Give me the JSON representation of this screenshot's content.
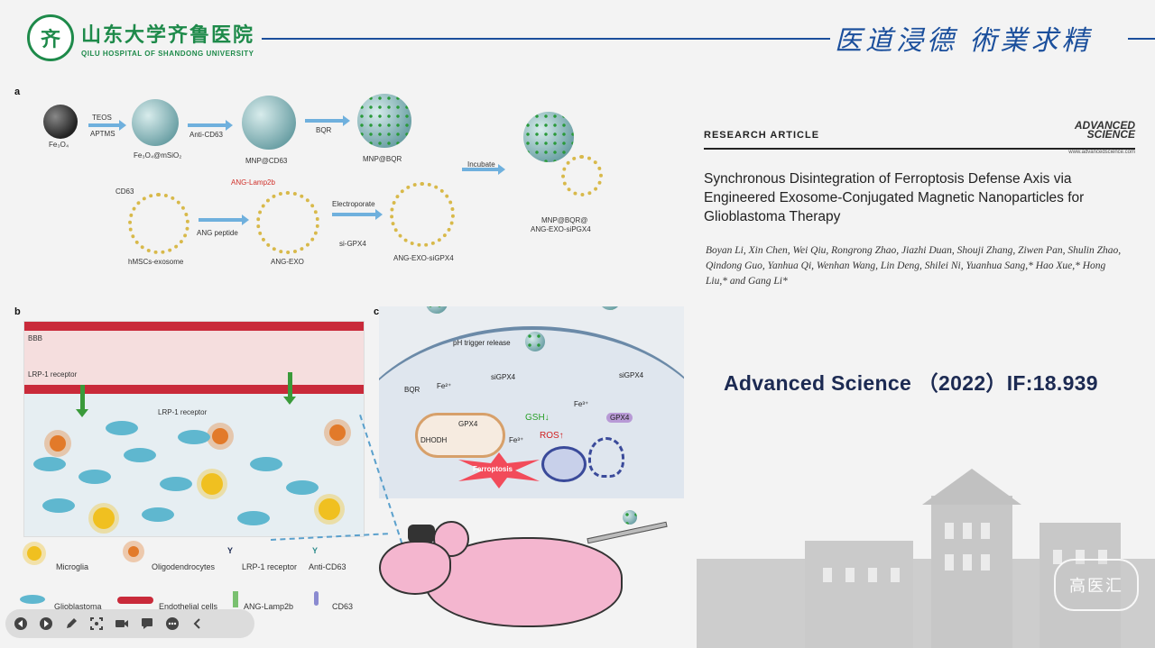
{
  "header": {
    "logo_seal": "齐",
    "logo_cn": "山东大学齐鲁医院",
    "logo_en": "QILU HOSPITAL OF SHANDONG UNIVERSITY",
    "motto": "医道浸德 術業求精"
  },
  "figure": {
    "panel_a": {
      "label": "a",
      "fe3o4": "Fe₃O₄",
      "teos": "TEOS",
      "aptms": "APTMS",
      "fe3o4_msio2": "Fe₃O₄@mSiO₂",
      "anti_cd63": "Anti-CD63",
      "mnp_cd63": "MNP@CD63",
      "bqr": "BQR",
      "mnp_bqr": "MNP@BQR",
      "incubate": "Incubate",
      "cd63": "CD63",
      "ang_lamp2b": "ANG-Lamp2b",
      "ang_peptide": "ANG peptide",
      "electroporate": "Electroporate",
      "si_gpx4": "si-GPX4",
      "hmscs_exosome": "hMSCs-exosome",
      "ang_exo": "ANG-EXO",
      "ang_exo_sigpx4": "ANG-EXO-siGPX4",
      "final_line1": "MNP@BQR@",
      "final_line2": "ANG-EXO-siPGX4"
    },
    "panel_b": {
      "label": "b",
      "bbb": "BBB",
      "lrp1": "LRP-1 receptor",
      "lrp1_inner": "LRP-1 receptor"
    },
    "panel_c": {
      "label": "c",
      "ph_trigger": "pH trigger release",
      "bqr": "BQR",
      "fe2": "Fe²⁺",
      "sigpx4": "siGPX4",
      "sigpx4_right": "siGPX4",
      "fe3_right": "Fe³⁺",
      "gpx4_left": "GPX4",
      "gpx4_right": "GPX4",
      "dhodh": "DHODH",
      "gsh": "GSH↓",
      "ros": "ROS↑",
      "fe3": "Fe³⁺",
      "ferroptosis": "Ferroptosis"
    },
    "legend": {
      "microglia": "Microglia",
      "oligodendrocytes": "Oligodendrocytes",
      "lrp1": "LRP-1 receptor",
      "anti_cd63": "Anti-CD63",
      "glioblastoma": "Glioblastoma",
      "endothelial": "Endothelial cells",
      "ang_lamp2b": "ANG-Lamp2b",
      "cd63": "CD63"
    }
  },
  "article": {
    "section": "RESEARCH ARTICLE",
    "journal_logo_line1": "ADVANCED",
    "journal_logo_line2": "SCIENCE",
    "journal_url": "www.advancedscience.com",
    "title": "Synchronous Disintegration of Ferroptosis Defense Axis via Engineered Exosome-Conjugated Magnetic Nanoparticles for Glioblastoma Therapy",
    "authors": "Boyan Li, Xin Chen, Wei Qiu, Rongrong Zhao, Jiazhi Duan, Shouji Zhang, Ziwen Pan, Shulin Zhao, Qindong Guo, Yanhua Qi, Wenhan Wang, Lin Deng, Shilei Ni, Yuanhua Sang,* Hao Xue,* Hong Liu,* and Gang Li*",
    "citation": "Advanced Science （2022）IF:18.939"
  },
  "watermark": "高医汇",
  "toolbar": {
    "icons": [
      "prev-icon",
      "next-icon",
      "pen-icon",
      "screenshot-icon",
      "camera-icon",
      "comment-icon",
      "more-icon",
      "collapse-icon"
    ]
  },
  "colors": {
    "brand_green": "#1e8a4a",
    "motto_blue": "#1b4f9c",
    "citation_navy": "#1c2a52"
  }
}
